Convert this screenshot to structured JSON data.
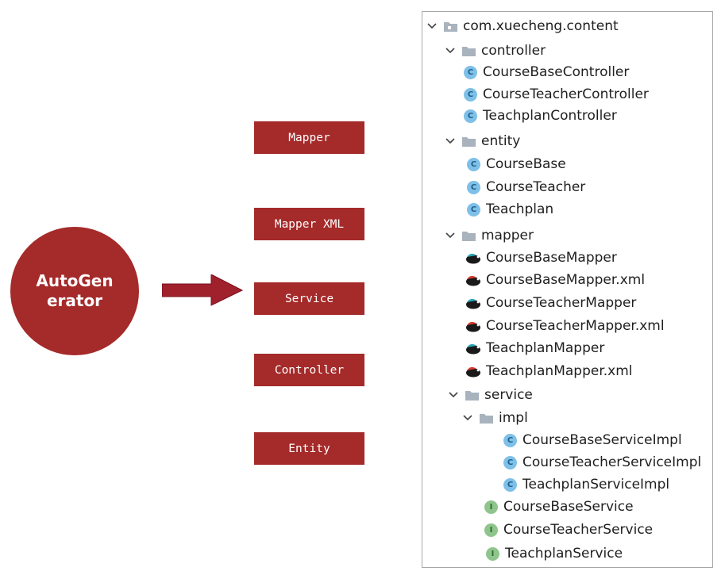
{
  "generator": {
    "label": "AutoGenerator"
  },
  "outputs": [
    {
      "label": "Mapper"
    },
    {
      "label": "Mapper XML"
    },
    {
      "label": "Service"
    },
    {
      "label": "Controller"
    },
    {
      "label": "Entity"
    }
  ],
  "colors": {
    "accent": "#a52a2a",
    "class_icon": "#7ec0e8",
    "interface_icon": "#8fc58c"
  },
  "tree": {
    "root": "com.xuecheng.content",
    "controller": {
      "label": "controller",
      "items": [
        "CourseBaseController",
        "CourseTeacherController",
        "TeachplanController"
      ]
    },
    "entity": {
      "label": "entity",
      "items": [
        "CourseBase",
        "CourseTeacher",
        "Teachplan"
      ]
    },
    "mapper": {
      "label": "mapper",
      "items": [
        "CourseBaseMapper",
        "CourseBaseMapper.xml",
        "CourseTeacherMapper",
        "CourseTeacherMapper.xml",
        "TeachplanMapper",
        "TeachplanMapper.xml"
      ]
    },
    "service": {
      "label": "service",
      "impl": {
        "label": "impl",
        "items": [
          "CourseBaseServiceImpl",
          "CourseTeacherServiceImpl",
          "TeachplanServiceImpl"
        ]
      },
      "items": [
        "CourseBaseService",
        "CourseTeacherService",
        "TeachplanService"
      ]
    }
  }
}
